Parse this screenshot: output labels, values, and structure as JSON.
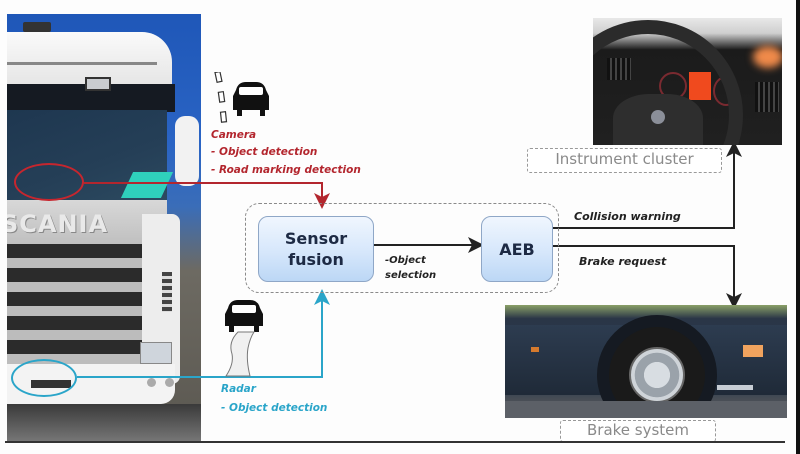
{
  "diagram": {
    "title": "AEB system overview",
    "brand_text": "SCANIA",
    "sensors": {
      "camera": {
        "title": "Camera",
        "functions": [
          "- Object detection",
          "- Road marking detection"
        ],
        "color": "#b3262e",
        "icon": "car-with-lane-marks-icon"
      },
      "radar": {
        "title": "Radar",
        "functions": [
          "- Object detection"
        ],
        "color": "#2aa5c9",
        "icon": "car-with-radar-beam-icon"
      }
    },
    "processing": {
      "sensor_fusion": {
        "line1": "Sensor",
        "line2": "fusion"
      },
      "aeb": {
        "label": "AEB"
      },
      "link_label": {
        "line1": "-Object",
        "line2": "selection"
      }
    },
    "outputs": {
      "collision_warning": {
        "label": "Collision warning",
        "target": "Instrument cluster"
      },
      "brake_request": {
        "label": "Brake request",
        "target": "Brake system"
      }
    },
    "colors": {
      "camera_line": "#b3262e",
      "radar_line": "#2aa5c9",
      "output_line": "#222222",
      "block_fill": "#d6e7fb",
      "block_border": "#8fa7c7"
    }
  }
}
